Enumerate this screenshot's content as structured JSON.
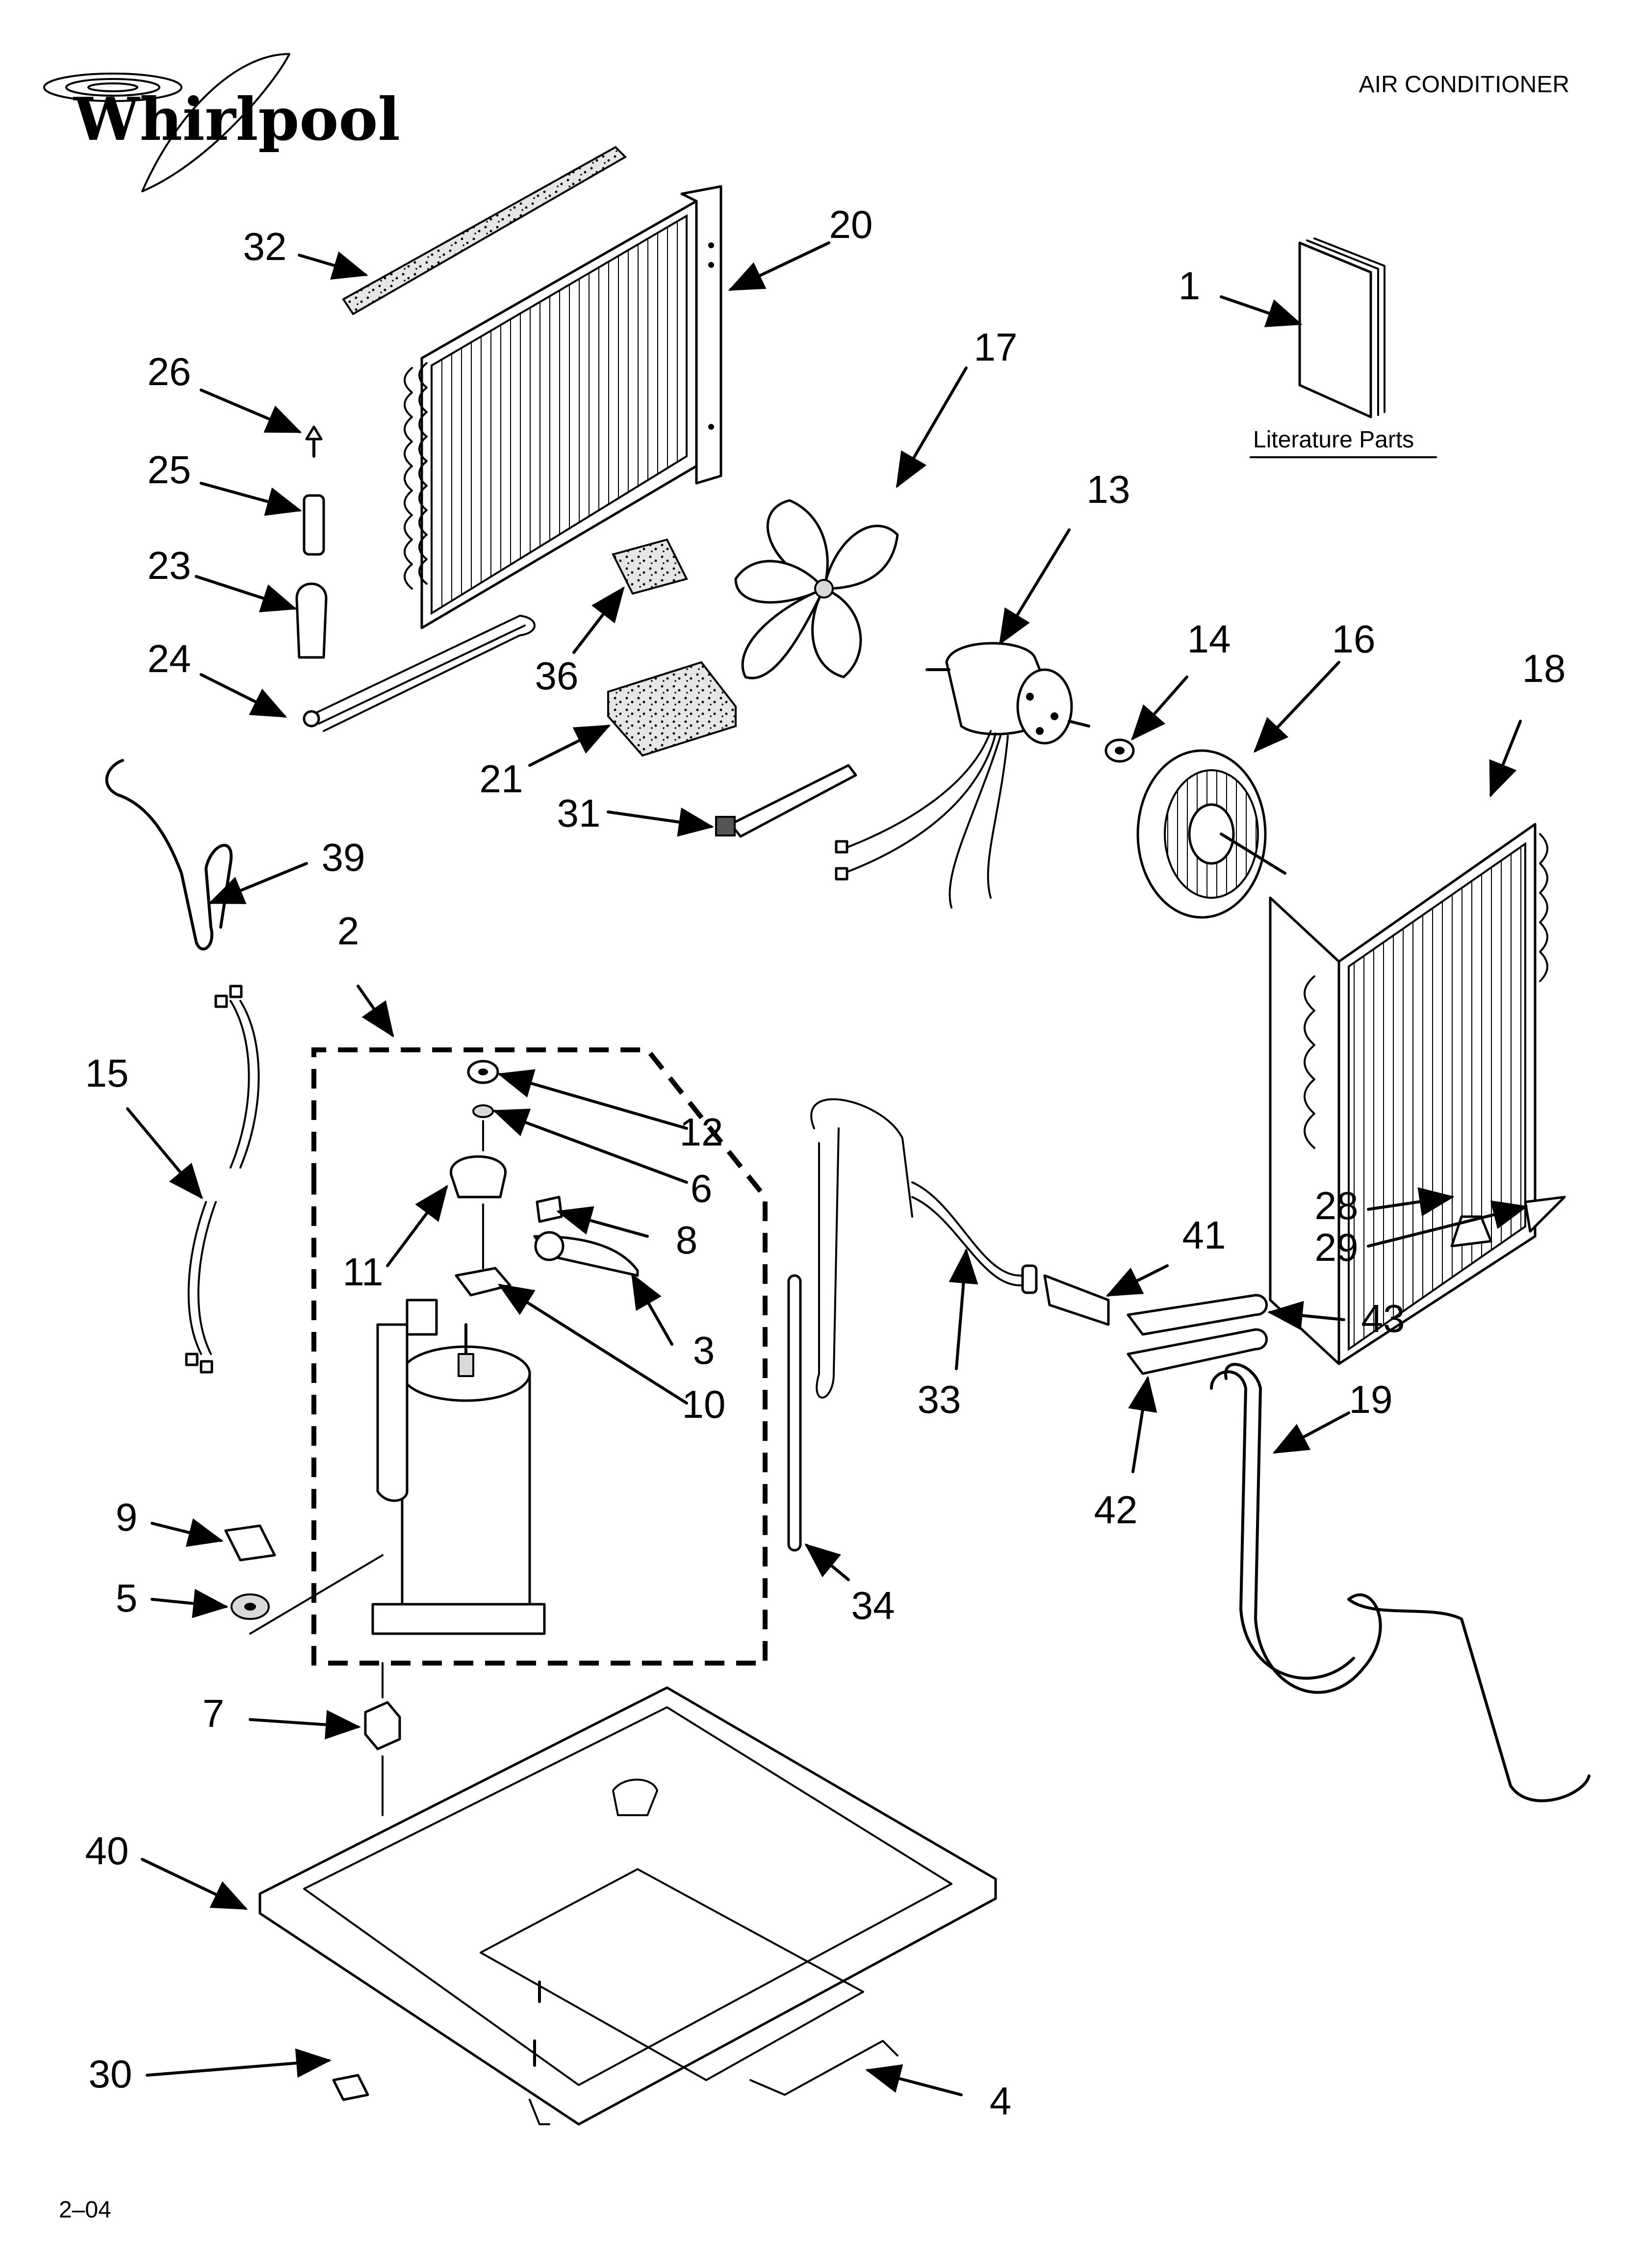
{
  "brand": {
    "name": "Whirlpool"
  },
  "header": {
    "title": "AIR CONDITIONER"
  },
  "literature": {
    "label": "Literature Parts"
  },
  "footer": {
    "code": "2–04"
  },
  "callouts": [
    {
      "id": "c1",
      "label": "1"
    },
    {
      "id": "c2",
      "label": "2"
    },
    {
      "id": "c3",
      "label": "3"
    },
    {
      "id": "c4",
      "label": "4"
    },
    {
      "id": "c5",
      "label": "5"
    },
    {
      "id": "c6",
      "label": "6"
    },
    {
      "id": "c7",
      "label": "7"
    },
    {
      "id": "c8",
      "label": "8"
    },
    {
      "id": "c9",
      "label": "9"
    },
    {
      "id": "c10",
      "label": "10"
    },
    {
      "id": "c11",
      "label": "11"
    },
    {
      "id": "c12",
      "label": "12"
    },
    {
      "id": "c13",
      "label": "13"
    },
    {
      "id": "c14",
      "label": "14"
    },
    {
      "id": "c15",
      "label": "15"
    },
    {
      "id": "c16",
      "label": "16"
    },
    {
      "id": "c17",
      "label": "17"
    },
    {
      "id": "c18",
      "label": "18"
    },
    {
      "id": "c19",
      "label": "19"
    },
    {
      "id": "c20",
      "label": "20"
    },
    {
      "id": "c21",
      "label": "21"
    },
    {
      "id": "c23",
      "label": "23"
    },
    {
      "id": "c24",
      "label": "24"
    },
    {
      "id": "c25",
      "label": "25"
    },
    {
      "id": "c26",
      "label": "26"
    },
    {
      "id": "c28",
      "label": "28"
    },
    {
      "id": "c29",
      "label": "29"
    },
    {
      "id": "c30",
      "label": "30"
    },
    {
      "id": "c31",
      "label": "31"
    },
    {
      "id": "c32",
      "label": "32"
    },
    {
      "id": "c33",
      "label": "33"
    },
    {
      "id": "c34",
      "label": "34"
    },
    {
      "id": "c36",
      "label": "36"
    },
    {
      "id": "c39",
      "label": "39"
    },
    {
      "id": "c40",
      "label": "40"
    },
    {
      "id": "c41",
      "label": "41"
    },
    {
      "id": "c42",
      "label": "42"
    },
    {
      "id": "c43",
      "label": "43"
    }
  ]
}
